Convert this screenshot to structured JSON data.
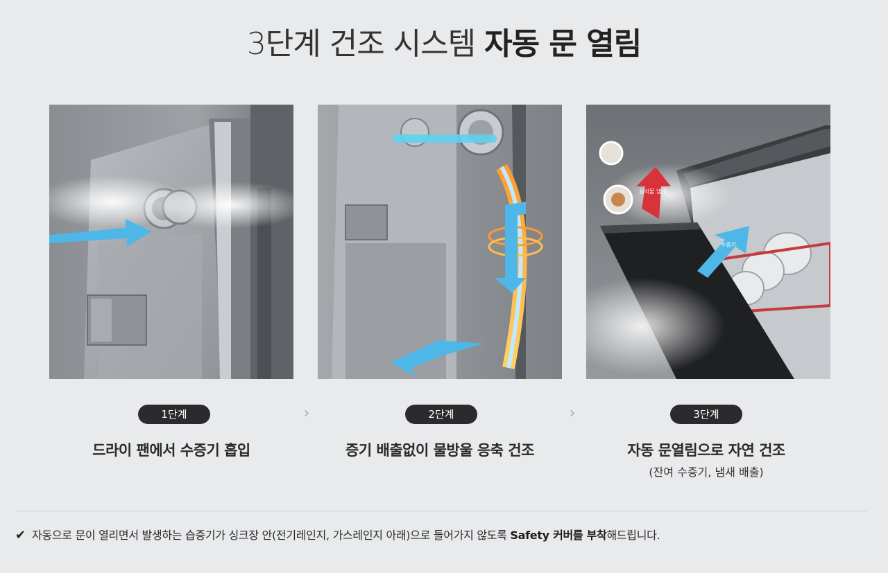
{
  "header": {
    "title_light": "3단계 건조 시스템",
    "title_bold": "자동 문 열림"
  },
  "steps": [
    {
      "badge": "1단계",
      "caption": "드라이 팬에서 수증기 흡입"
    },
    {
      "badge": "2단계",
      "caption": "증기 배출없이 물방울 응축 건조"
    },
    {
      "badge": "3단계",
      "caption": "자동 문열림으로 자연 건조",
      "sub": "(잔여 수증기, 냄새 배출)"
    }
  ],
  "panel3": {
    "arrow_red_label": "음식물 냄새",
    "arrow_blue_label": "수증기"
  },
  "icons": {
    "step_separator": "chevron-right-icon",
    "note_mark": "check-icon"
  },
  "note": {
    "text_before": "자동으로 문이 열리면서 발생하는 습증기가 싱크장 안(전기레인지, 가스레인지 아래)으로 들어가지 않도록 ",
    "bold_1": "Safety 커버를 부착",
    "text_after": "해드립니다."
  },
  "colors": {
    "background": "#e9eaec",
    "badge": "#2b2b2d",
    "arrow_blue": "#4fb7e8",
    "arrow_red": "#d8333a"
  }
}
